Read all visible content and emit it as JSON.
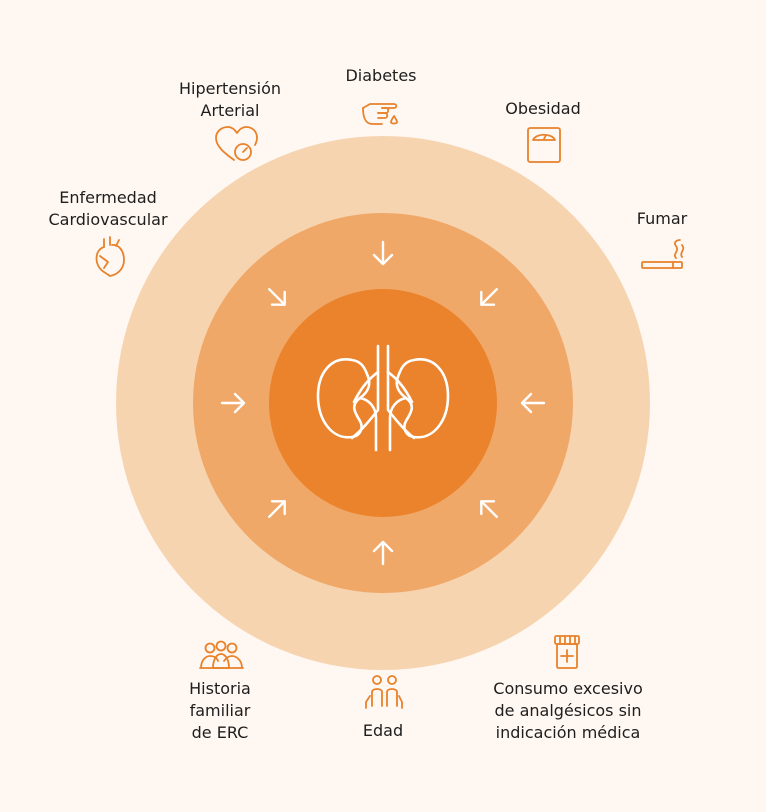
{
  "colors": {
    "background": "#fff7f1",
    "outer_ring": "#f7d4b0",
    "middle_ring": "#f0a868",
    "inner_circle": "#eb832c",
    "icon": "#e8822b",
    "arrow": "#ffffff"
  },
  "center_icon": "kidneys-icon",
  "factors": [
    {
      "id": "hipertension",
      "lines": [
        "Hipertensión",
        "Arterial"
      ],
      "icon": "heart-gauge-icon"
    },
    {
      "id": "diabetes",
      "lines": [
        "Diabetes"
      ],
      "icon": "finger-prick-icon"
    },
    {
      "id": "obesidad",
      "lines": [
        "Obesidad"
      ],
      "icon": "scale-icon"
    },
    {
      "id": "fumar",
      "lines": [
        "Fumar"
      ],
      "icon": "cigarette-icon"
    },
    {
      "id": "cardiovascular",
      "lines": [
        "Enfermedad",
        "Cardiovascular"
      ],
      "icon": "anatomical-heart-icon"
    },
    {
      "id": "historia",
      "lines": [
        "Historia",
        "familiar",
        "de ERC"
      ],
      "icon": "family-icon"
    },
    {
      "id": "edad",
      "lines": [
        "Edad"
      ],
      "icon": "elderly-couple-icon"
    },
    {
      "id": "analgesicos",
      "lines": [
        "Consumo excesivo",
        "de analgésicos sin",
        "indicación médica"
      ],
      "icon": "pill-bottle-icon"
    }
  ]
}
